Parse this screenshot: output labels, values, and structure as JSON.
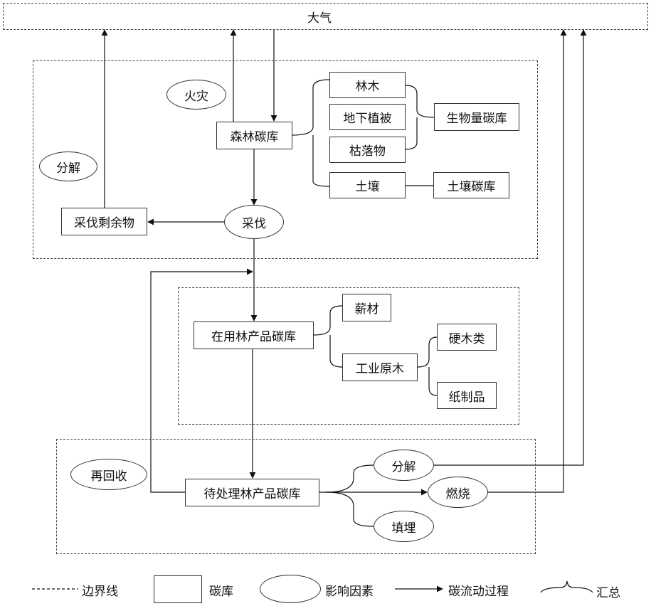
{
  "atmosphere": "大气",
  "forest": {
    "pool": "森林碳库",
    "fire": "火灾",
    "decomposition": "分解",
    "harvest": "采伐",
    "residue": "采伐剩余物",
    "trees": "林木",
    "underground": "地下植被",
    "litter": "枯落物",
    "soil": "土壤",
    "biomass_pool": "生物量碳库",
    "soil_pool": "土壤碳库"
  },
  "products": {
    "pool": "在用林产品碳库",
    "firewood": "薪材",
    "industrial_wood": "工业原木",
    "hardwood": "硬木类",
    "paper": "纸制品"
  },
  "disposal": {
    "recycle": "再回收",
    "pool": "待处理林产品碳库",
    "decomposition": "分解",
    "burning": "燃烧",
    "landfill": "填埋"
  },
  "legend": {
    "boundary": "边界线",
    "carbon_pool": "碳库",
    "factor": "影响因素",
    "flow": "碳流动过程",
    "aggregate": "汇总"
  }
}
